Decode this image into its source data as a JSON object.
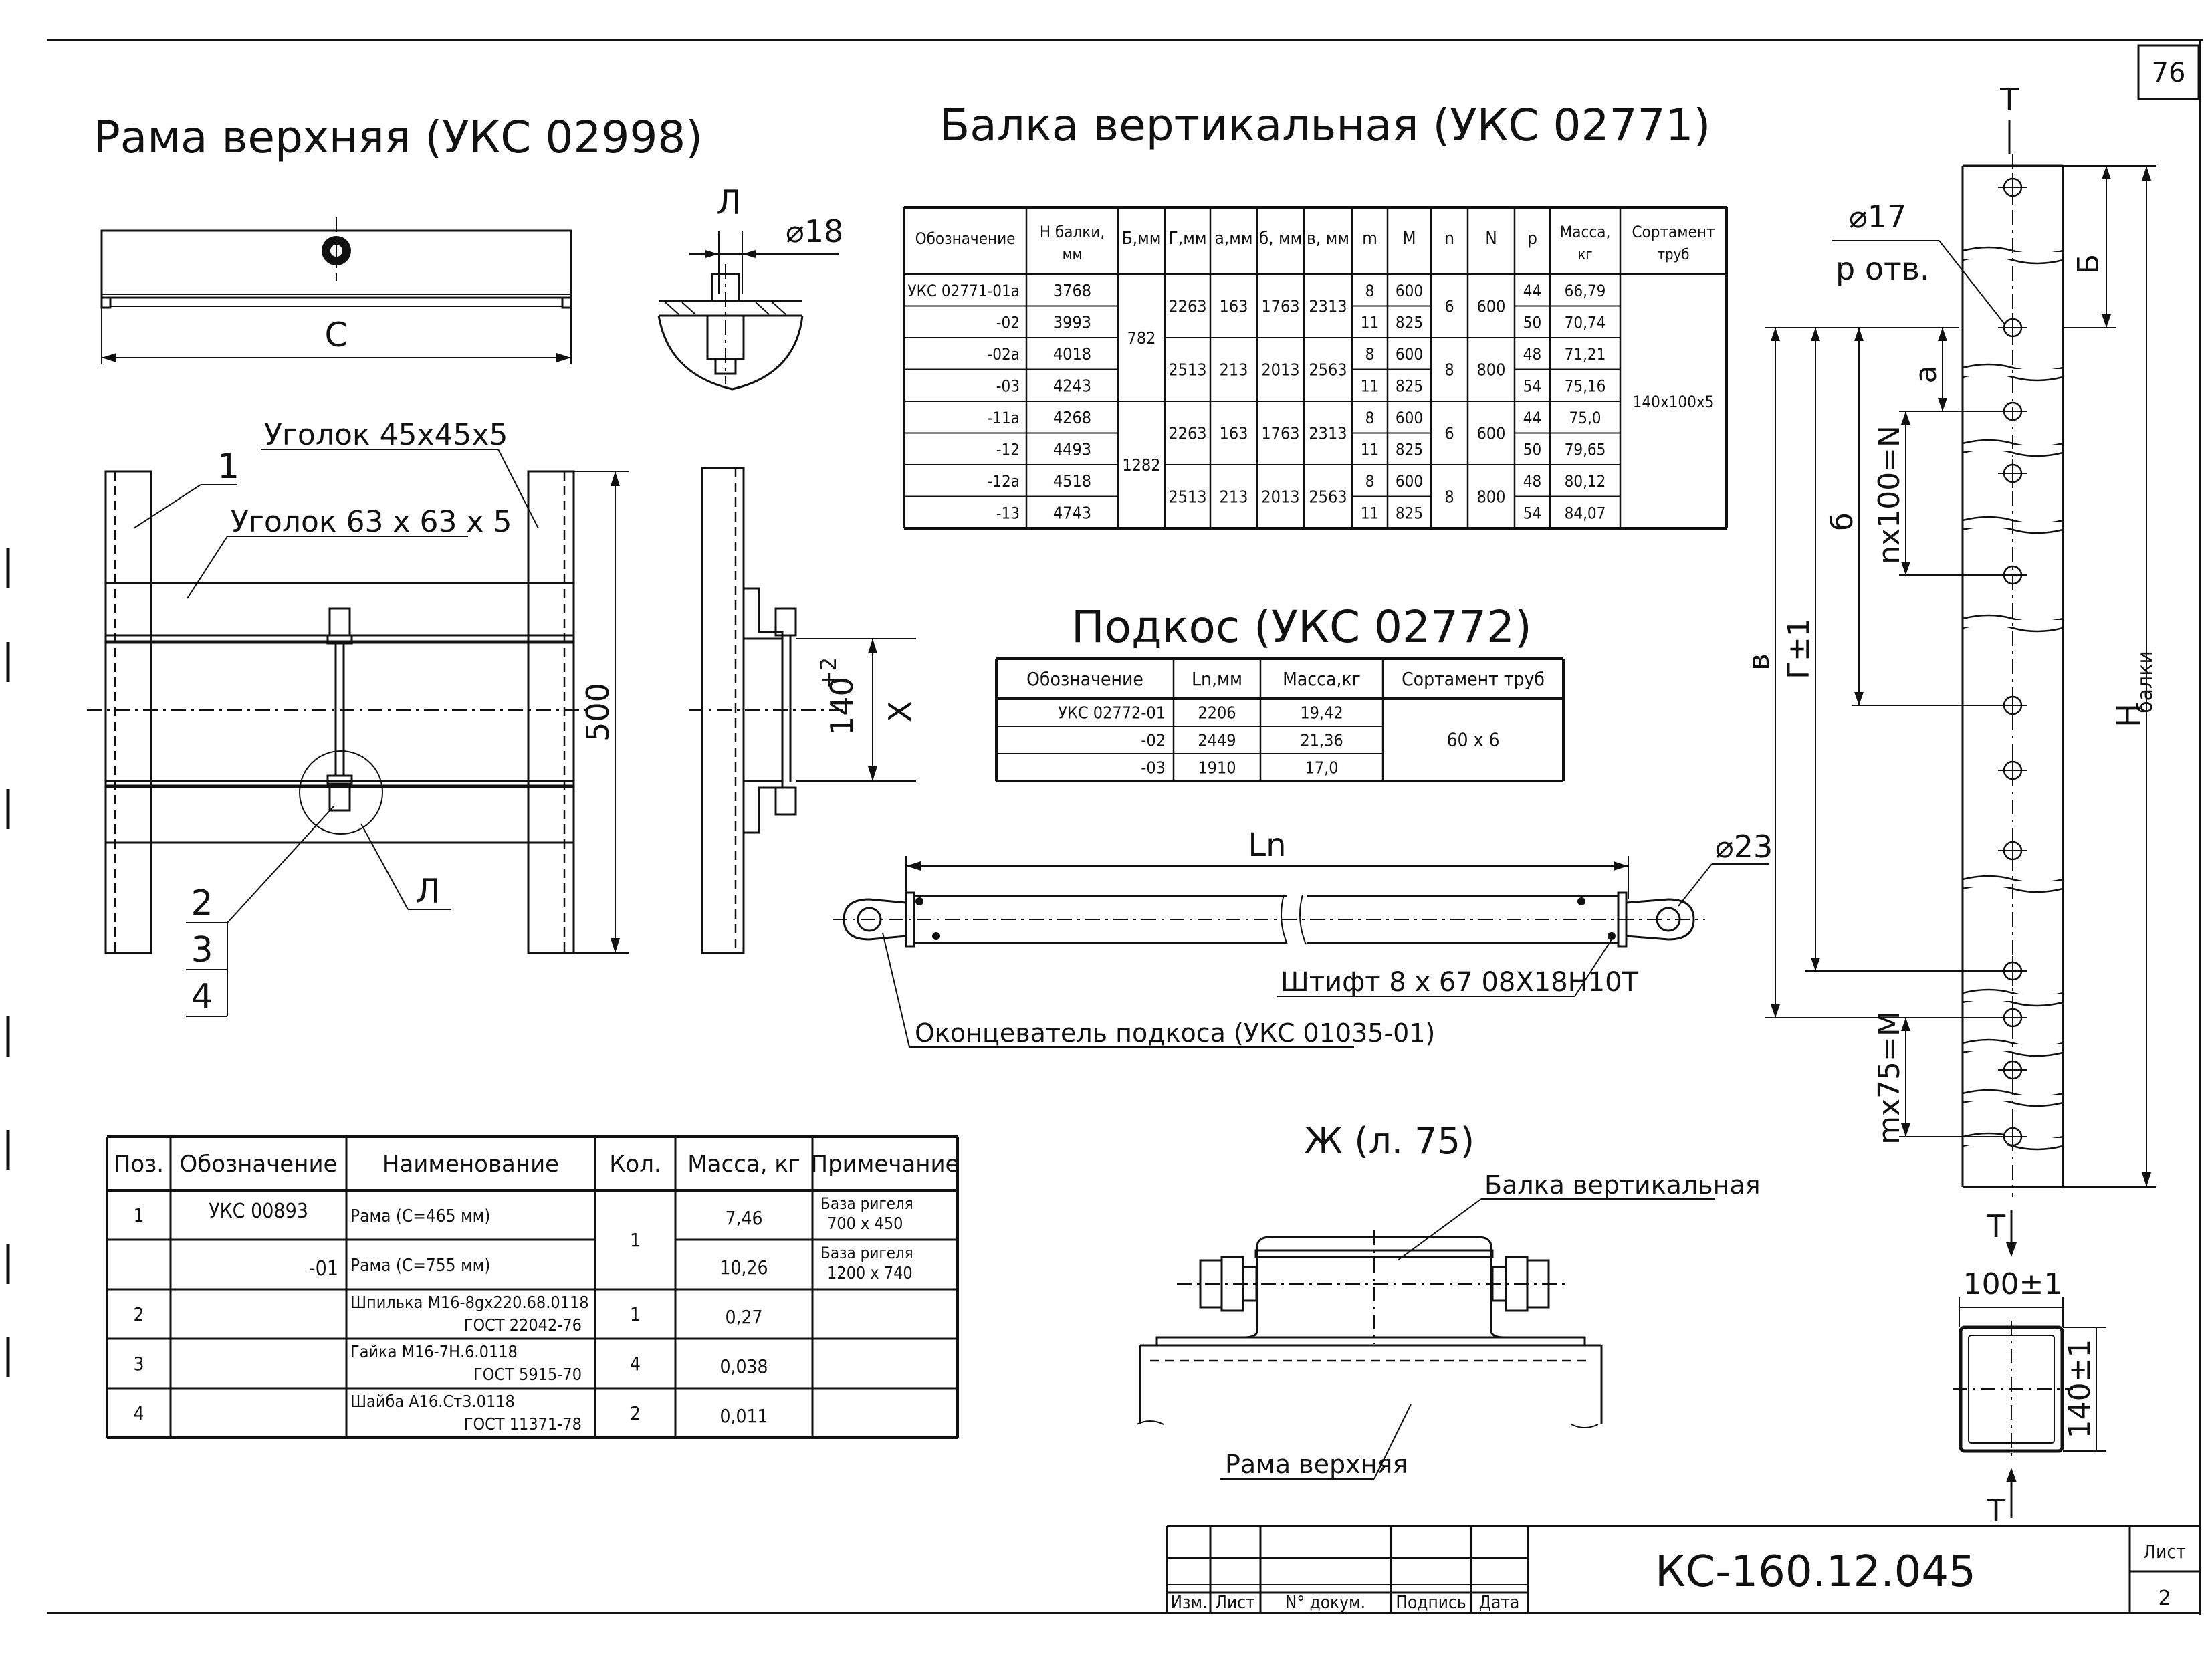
{
  "sheet_number": "76",
  "titles": {
    "frame": "Рама верхняя (УКС 02998)",
    "beam": "Балка вертикальная (УКС 02771)",
    "brace": "Подкос (УКС 02772)",
    "detail_zh": "Ж (л. 75)"
  },
  "frame_labels": {
    "dim_c": "С",
    "view_l": "Л",
    "dia_18": "⌀18",
    "angle_45": "Уголок 45x45x5",
    "angle_63": "Уголок 63 x 63 x 5",
    "pos1": "1",
    "pos2": "2",
    "pos3": "3",
    "pos4": "4",
    "dim_500": "500",
    "dim_140": "140",
    "dim_140_tol": "+2",
    "dim_x": "Х",
    "callout_l": "Л"
  },
  "beam_table": {
    "headers": [
      "Обозначение",
      "Н балки, мм",
      "Б,мм",
      "Г,мм",
      "а,мм",
      "б, мм",
      "в, мм",
      "m",
      "М",
      "n",
      "N",
      "p",
      "Масса, кг",
      "Сортамент труб"
    ],
    "rows": [
      [
        "УКС 02771-01а",
        "3768",
        "",
        "",
        "",
        "",
        "",
        "8",
        "600",
        "",
        "",
        "44",
        "66,79"
      ],
      [
        "-02",
        "3993",
        "",
        "",
        "",
        "",
        "",
        "11",
        "825",
        "",
        "",
        "50",
        "70,74"
      ],
      [
        "-02а",
        "4018",
        "",
        "",
        "",
        "",
        "",
        "8",
        "600",
        "",
        "",
        "48",
        "71,21"
      ],
      [
        "-03",
        "4243",
        "",
        "",
        "",
        "",
        "",
        "11",
        "825",
        "",
        "",
        "54",
        "75,16"
      ],
      [
        "-11а",
        "4268",
        "",
        "",
        "",
        "",
        "",
        "8",
        "600",
        "",
        "",
        "44",
        "75,0"
      ],
      [
        "-12",
        "4493",
        "",
        "",
        "",
        "",
        "",
        "11",
        "825",
        "",
        "",
        "50",
        "79,65"
      ],
      [
        "-12а",
        "4518",
        "",
        "",
        "",
        "",
        "",
        "8",
        "600",
        "",
        "",
        "48",
        "80,12"
      ],
      [
        "-13",
        "4743",
        "",
        "",
        "",
        "",
        "",
        "11",
        "825",
        "",
        "",
        "54",
        "84,07"
      ]
    ],
    "b_groups": [
      "782",
      "1282"
    ],
    "g_groups": [
      [
        "2263",
        "163",
        "1763",
        "2313",
        "6",
        "600"
      ],
      [
        "2513",
        "213",
        "2013",
        "2563",
        "8",
        "800"
      ],
      [
        "2263",
        "163",
        "1763",
        "2313",
        "6",
        "600"
      ],
      [
        "2513",
        "213",
        "2013",
        "2563",
        "8",
        "800"
      ]
    ],
    "assortment": "140x100x5"
  },
  "brace_table": {
    "headers": [
      "Обозначение",
      "Ln,мм",
      "Масса,кг",
      "Сортамент труб"
    ],
    "rows": [
      [
        "УКС 02772-01",
        "2206",
        "19,42"
      ],
      [
        "-02",
        "2449",
        "21,36"
      ],
      [
        "-03",
        "1910",
        "17,0"
      ]
    ],
    "assortment": "60 x 6"
  },
  "brace_labels": {
    "ln": "Ln",
    "dia_23": "⌀23",
    "pin": "Штифт 8 х 67 08Х18Н10Т",
    "end": "Оконцеватель подкоса (УКС 01035-01)"
  },
  "beam_view_labels": {
    "t_top": "Т",
    "dia_17": "⌀17",
    "p_holes": "р отв.",
    "b_dim": "Б",
    "a_dim": "а",
    "nx100": "nх100=N",
    "b6": "б",
    "v": "в",
    "g": "Г±1",
    "mx75": "mх75=М",
    "h_beam": "Н",
    "h_sub": "балки",
    "t_mid": "Т",
    "w100": "100±1",
    "h140": "140±1",
    "t_bot": "Т"
  },
  "spec_table": {
    "headers": [
      "Поз.",
      "Обозначение",
      "Наименование",
      "Кол.",
      "Масса, кг",
      "Примечание"
    ],
    "rows": [
      {
        "pos": "1",
        "code": "УКС 00893",
        "name": "Рама (С=465 мм)",
        "qty": "1",
        "mass": "7,46",
        "note1": "База ригеля",
        "note2": "700 х 450"
      },
      {
        "pos": "",
        "code": "-01",
        "name": "Рама (С=755 мм)",
        "qty": "",
        "mass": "10,26",
        "note1": "База ригеля",
        "note2": "1200 х 740"
      },
      {
        "pos": "2",
        "code": "",
        "name": "Шпилька М16-8gх220.68.0118",
        "name2": "ГОСТ 22042-76",
        "qty": "1",
        "mass": "0,27"
      },
      {
        "pos": "3",
        "code": "",
        "name": "Гайка М16-7Н.6.0118",
        "name2": "ГОСТ 5915-70",
        "qty": "4",
        "mass": "0,038"
      },
      {
        "pos": "4",
        "code": "",
        "name": "Шайба А16.Ст3.0118",
        "name2": "ГОСТ 11371-78",
        "qty": "2",
        "mass": "0,011"
      }
    ]
  },
  "detail_labels": {
    "beam": "Балка вертикальная",
    "frame": "Рама верхняя"
  },
  "title_block": {
    "cols": [
      "Изм.",
      "Лист",
      "N° докум.",
      "Подпись",
      "Дата"
    ],
    "doc": "КС-160.12.045",
    "sheet_label": "Лист",
    "sheet_no": "2"
  }
}
